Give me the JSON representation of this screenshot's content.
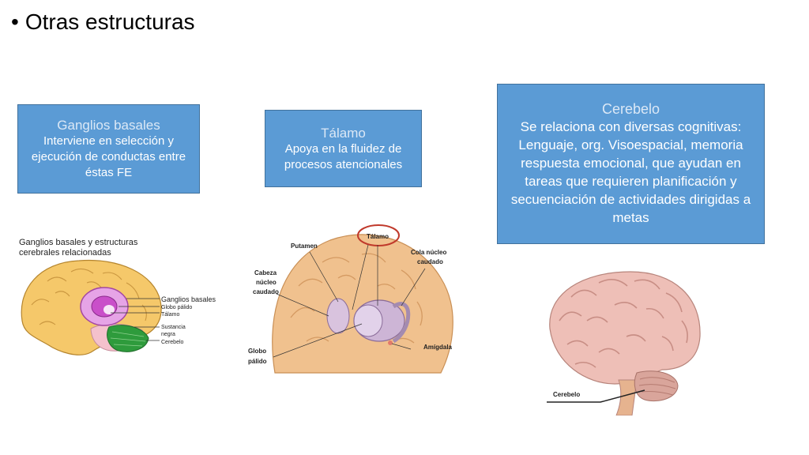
{
  "title": "Otras estructuras",
  "bullet": "•",
  "boxes": {
    "ganglios": {
      "heading": "Ganglios basales",
      "body": "Interviene en selección y ejecución de conductas entre éstas FE"
    },
    "talamo": {
      "heading": "Tálamo",
      "body": "Apoya en la fluidez de procesos atencionales"
    },
    "cerebelo": {
      "heading": "Cerebelo",
      "body": "Se relaciona con diversas cognitivas: Lenguaje, org. Visoespacial, memoria respuesta emocional, que ayudan en tareas que requieren planificación y secuenciación de actividades dirigidas a metas"
    }
  },
  "figure1": {
    "title_line1": "Ganglios basales y estructuras",
    "title_line2": "cerebrales relacionadas",
    "labels": [
      "Ganglios basales",
      "Globo pálido",
      "Tálamo",
      "Sustancia",
      "negra",
      "Cerebelo"
    ]
  },
  "figure2": {
    "labels": {
      "talamo": "Tálamo",
      "putamen": "Putamen",
      "cola1": "Cola núcleo",
      "cola2": "caudado",
      "cabeza1": "Cabeza",
      "cabeza2": "núcleo",
      "cabeza3": "caudado",
      "globo1": "Globo",
      "globo2": "pálido",
      "amigdala": "Amígdala"
    }
  },
  "figure3": {
    "label": "Cerebelo"
  },
  "colors": {
    "box_fill": "#5b9bd5",
    "box_border": "#41719c",
    "highlight_ring": "#c0392b"
  }
}
